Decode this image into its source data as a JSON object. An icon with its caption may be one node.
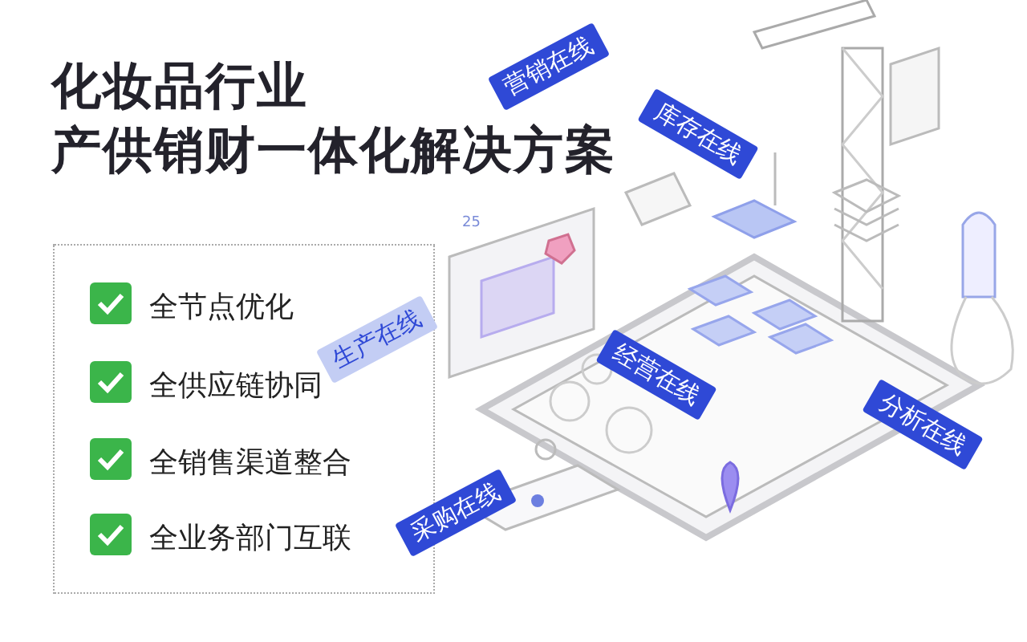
{
  "diagram": {
    "title": "化妆品行业",
    "nodes": [
      {
        "text": [
          "全节点优化",
          "全供应链协同",
          "全销售渠道整合",
          "全业务部门互联"
        ]
      }
    ],
    "labels": [
      "产供销财一体化解决方案",
      "营销在线",
      "库存在线",
      "25",
      "生产在线",
      "经营在线",
      "分析在线",
      "采购在线"
    ]
  }
}
